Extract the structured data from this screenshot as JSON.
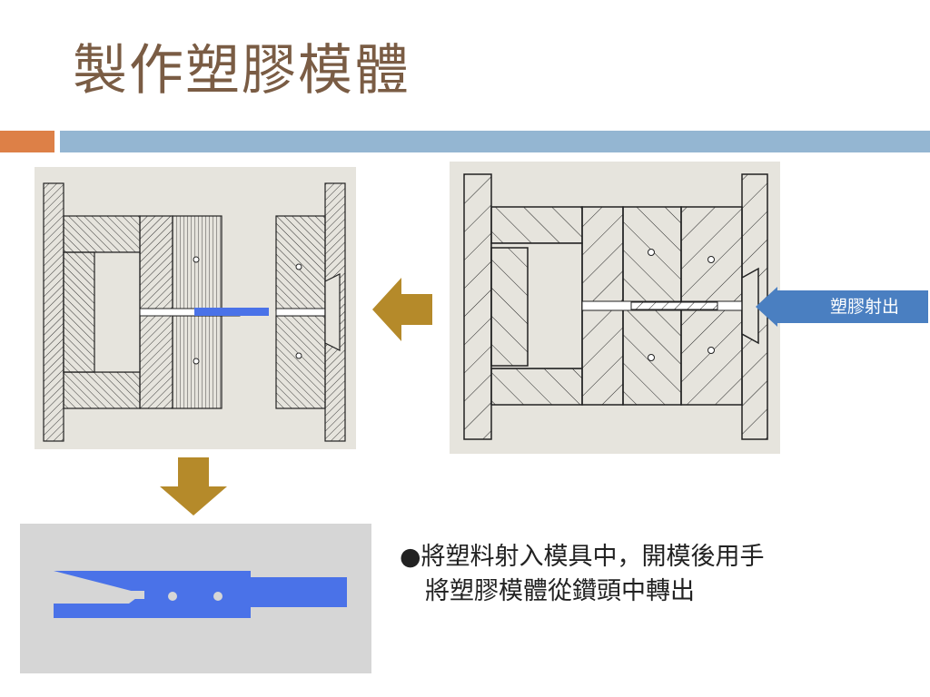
{
  "slide": {
    "title": "製作塑膠模體",
    "callout_label": "塑膠射出",
    "body_line1": "●將塑料射入模具中，開模後用手",
    "body_line2": "將塑膠模體從鑽頭中轉出"
  },
  "colors": {
    "title": "#7a5c44",
    "accent_orange": "#dd8047",
    "accent_blue": "#94b6d2",
    "arrow_gold": "#b58a2a",
    "callout_blue": "#4a7fc1",
    "plastic_blue": "#4a72e8"
  },
  "icons": {
    "left_arrow": "arrow-left-icon",
    "down_arrow": "arrow-down-icon",
    "callout_arrow": "arrow-left-callout-icon"
  }
}
